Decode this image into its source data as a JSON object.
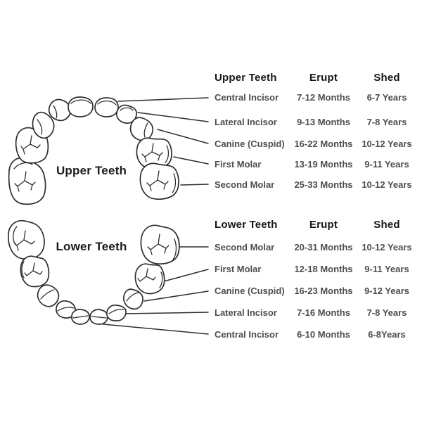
{
  "colors": {
    "background": "#ffffff",
    "ink": "#2e2e2e",
    "heading_text": "#151515",
    "body_text": "#4d4d4d"
  },
  "upper": {
    "diagram_label": "Upper Teeth",
    "header": {
      "name": "Upper Teeth",
      "erupt": "Erupt",
      "shed": "Shed"
    },
    "rows": [
      {
        "tooth": "Central Incisor",
        "erupt": "7-12 Months",
        "shed": "6-7 Years"
      },
      {
        "tooth": "Lateral Incisor",
        "erupt": "9-13 Months",
        "shed": "7-8 Years"
      },
      {
        "tooth": "Canine (Cuspid)",
        "erupt": "16-22 Months",
        "shed": "10-12 Years"
      },
      {
        "tooth": "First Molar",
        "erupt": "13-19 Months",
        "shed": "9-11 Years"
      },
      {
        "tooth": "Second Molar",
        "erupt": "25-33 Months",
        "shed": "10-12 Years"
      }
    ]
  },
  "lower": {
    "diagram_label": "Lower Teeth",
    "header": {
      "name": "Lower Teeth",
      "erupt": "Erupt",
      "shed": "Shed"
    },
    "rows": [
      {
        "tooth": "Second Molar",
        "erupt": "20-31 Months",
        "shed": "10-12 Years"
      },
      {
        "tooth": "First Molar",
        "erupt": "12-18 Months",
        "shed": "9-11 Years"
      },
      {
        "tooth": "Canine (Cuspid)",
        "erupt": "16-23 Months",
        "shed": "9-12 Years"
      },
      {
        "tooth": "Lateral Incisor",
        "erupt": "7-16 Months",
        "shed": "7-8 Years"
      },
      {
        "tooth": "Central Incisor",
        "erupt": "6-10 Months",
        "shed": "6-8Years"
      }
    ]
  }
}
